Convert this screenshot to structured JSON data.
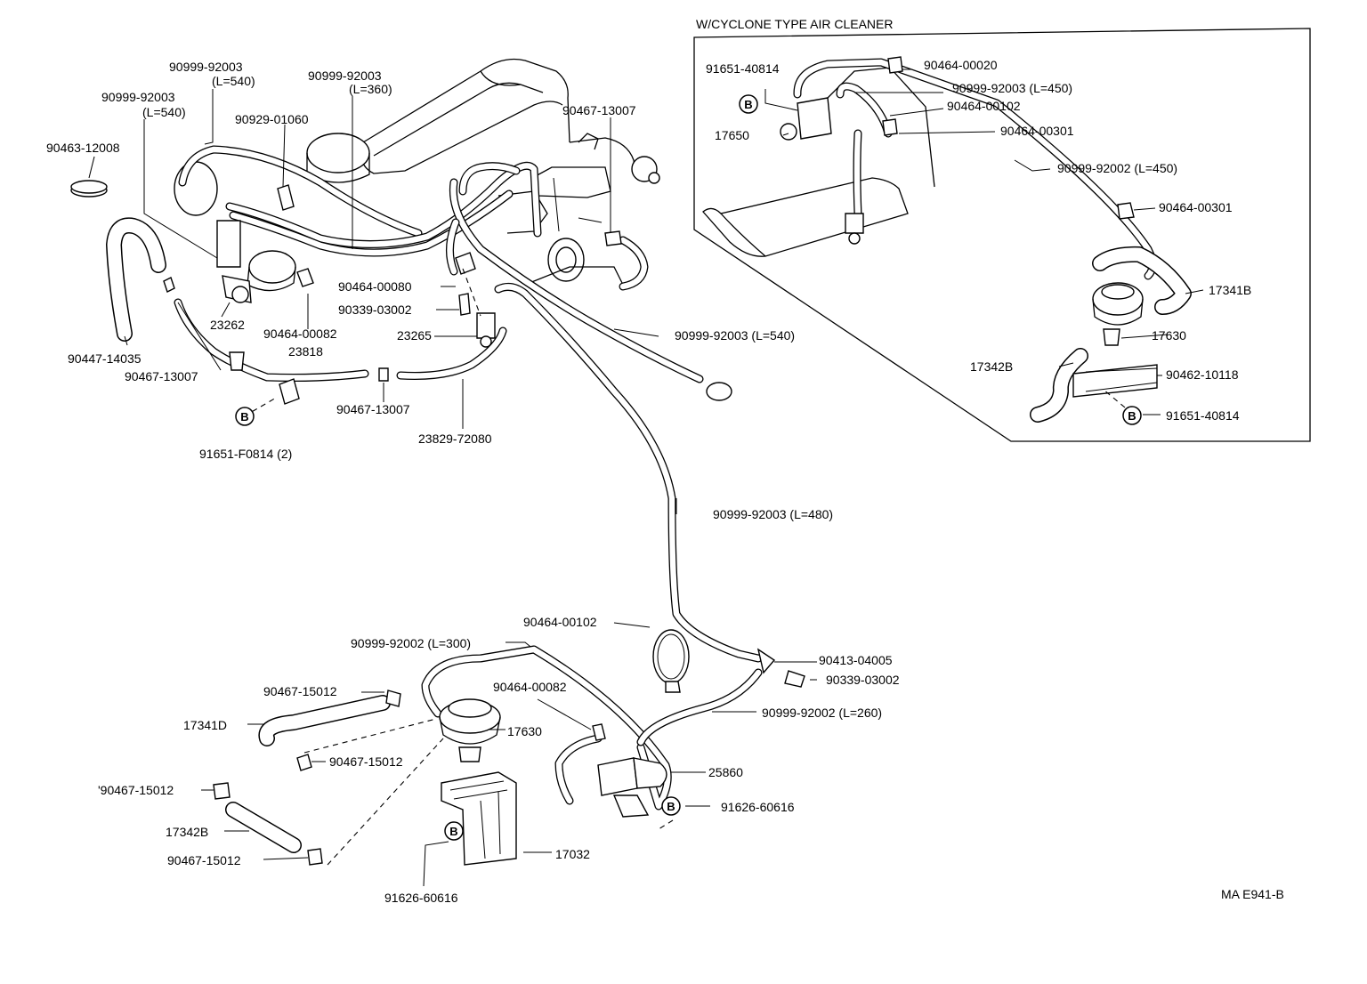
{
  "inset": {
    "title": "W/CYCLONE TYPE AIR CLEANER"
  },
  "badge_letter": "B",
  "drawing_code": "MA E941-B",
  "labels": {
    "l01": "90999-92003",
    "l02": "(L=540)",
    "l03": "90999-92003",
    "l04": "(L=540)",
    "l05": "90999-92003",
    "l06": "(L=360)",
    "l07": "90929-01060",
    "l08": "90463-12008",
    "l09": "90467-13007",
    "l10": "90464-00080",
    "l11": "90339-03002",
    "l12": "23265",
    "l13": "23262",
    "l14": "90464-00082",
    "l15": "90447-14035",
    "l16": "23818",
    "l17": "90467-13007",
    "l18": "90467-13007",
    "l19": "23829-72080",
    "l20": "91651-F0814 (2)",
    "l21": "90999-92003 (L=540)",
    "l22": "90999-92003 (L=480)",
    "l23": "90464-00102",
    "l24": "90999-92002 (L=300)",
    "l25": "90413-04005",
    "l26": "90339-03002",
    "l27": "90467-15012",
    "l28": "90464-00082",
    "l29": "90999-92002 (L=260)",
    "l30": "17341D",
    "l31": "17630",
    "l32": "90467-15012",
    "l33": "25860",
    "l34": "'90467-15012",
    "l35": "91626-60616",
    "l36": "17342B",
    "l37": "17032",
    "l38": "90467-15012",
    "l39": "91626-60616",
    "i01": "91651-40814",
    "i02": "90464-00020",
    "i03": "90999-92003 (L=450)",
    "i04": "90464-00102",
    "i05": "17650",
    "i06": "90464-00301",
    "i07": "90999-92002 (L=450)",
    "i08": "90464-00301",
    "i09": "17341B",
    "i10": "17630",
    "i11": "17342B",
    "i12": "90462-10118",
    "i13": "91651-40814"
  }
}
